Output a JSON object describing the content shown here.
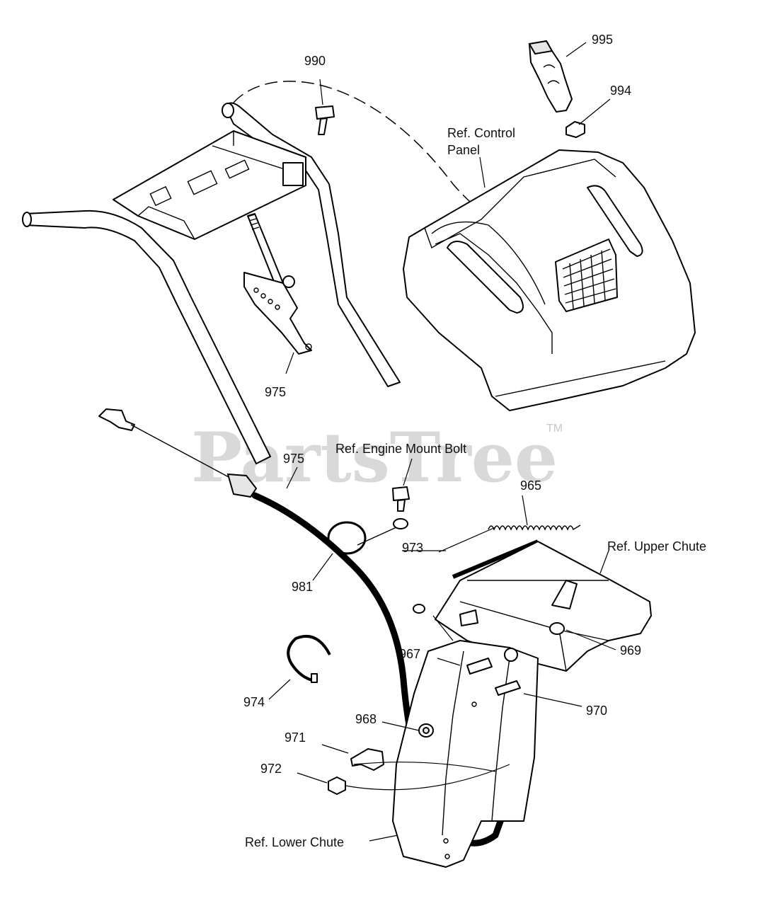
{
  "watermark": {
    "text": "PartsTree",
    "trademark": "TM"
  },
  "labels": {
    "l990": "990",
    "l995": "995",
    "l994": "994",
    "control_panel_1": "Ref. Control",
    "control_panel_2": "Panel",
    "l975_top": "975",
    "l975_cable": "975",
    "engine_mount_bolt": "Ref. Engine Mount Bolt",
    "l965": "965",
    "upper_chute": "Ref. Upper Chute",
    "l973": "973",
    "l981": "981",
    "l967": "967",
    "l969": "969",
    "l974": "974",
    "l970": "970",
    "l968": "968",
    "l971": "971",
    "l972": "972",
    "lower_chute": "Ref. Lower Chute"
  }
}
